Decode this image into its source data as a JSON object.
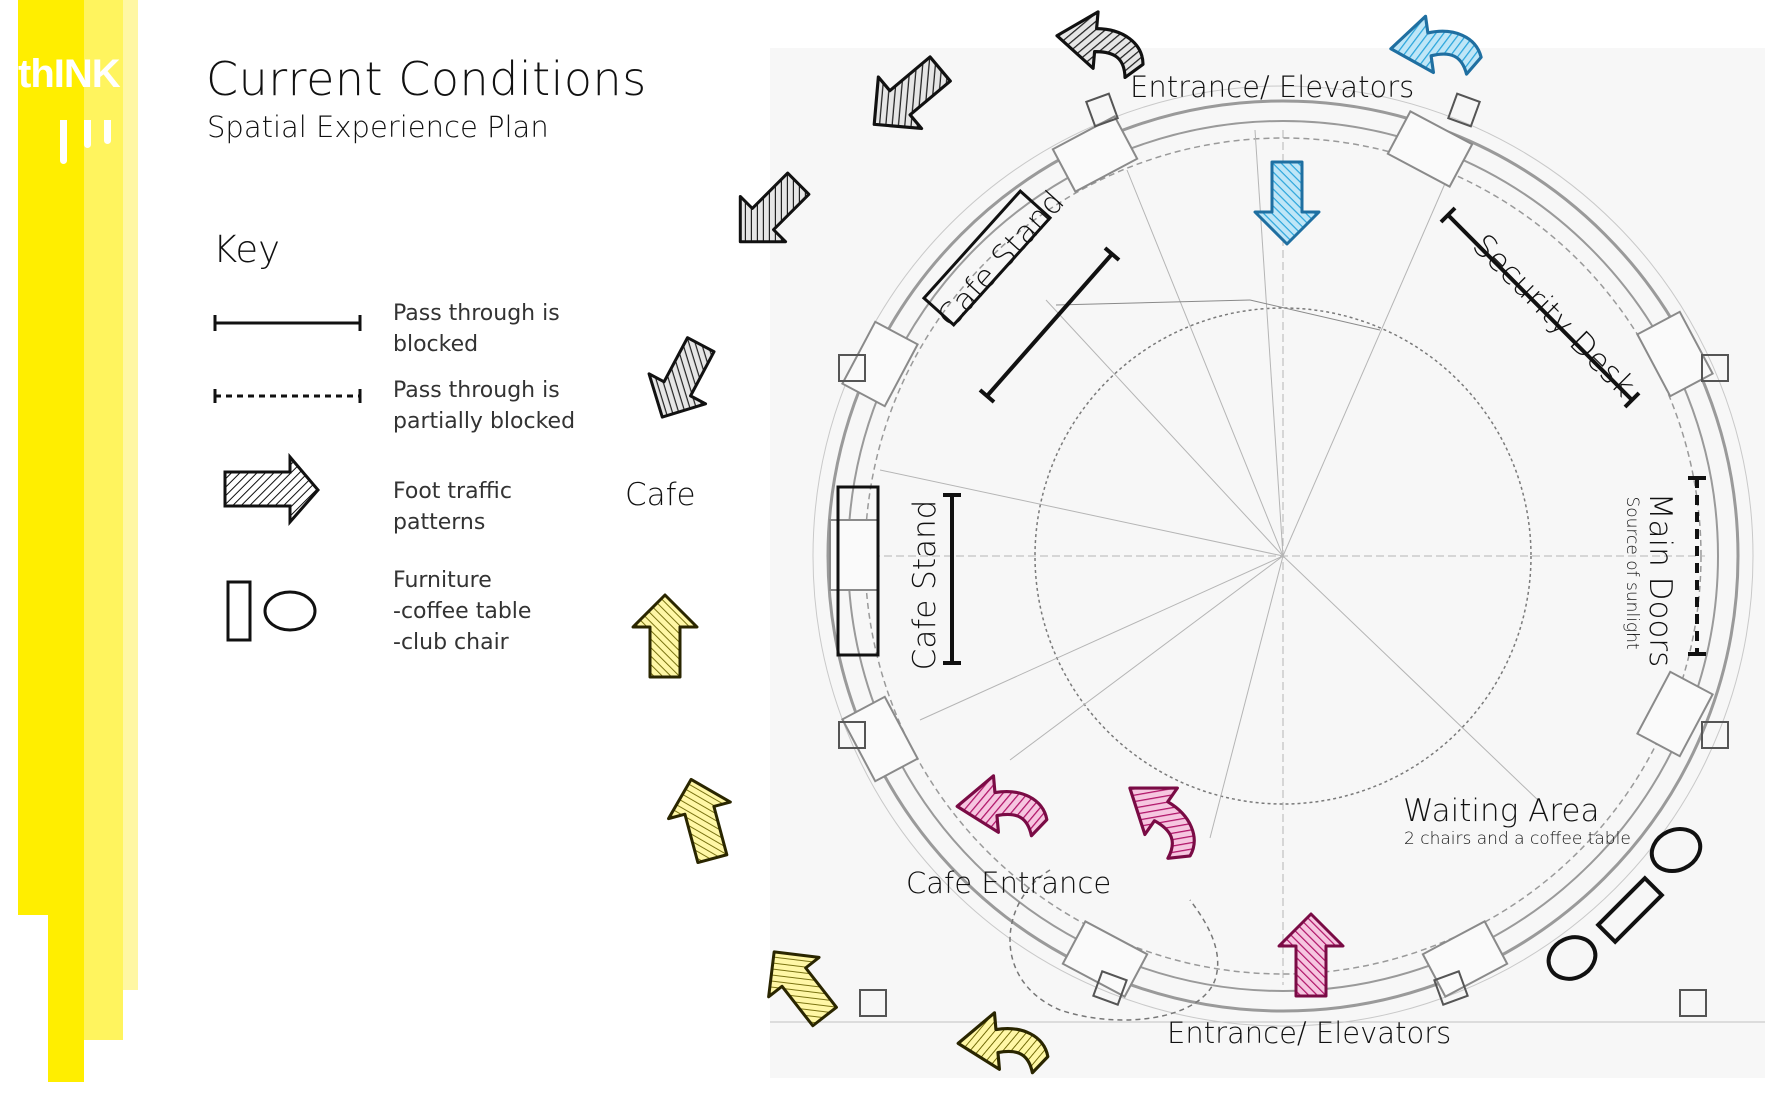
{
  "header": {
    "logo": "thINK",
    "title": "Current Conditions",
    "subtitle": "Spatial Experience Plan"
  },
  "key": {
    "heading": "Key",
    "items": [
      {
        "icon": "solid-line-icon",
        "label": "Pass through is\nblocked"
      },
      {
        "icon": "dashed-line-icon",
        "label": "Pass through is\npartially blocked"
      },
      {
        "icon": "arrow-icon",
        "label": "Foot traffic\npatterns"
      },
      {
        "icon": "furniture-icon",
        "label": "Furniture\n-coffee table\n-club chair"
      }
    ]
  },
  "plan": {
    "labels": {
      "entrance_top": "Entrance/ Elevators",
      "entrance_bottom": "Entrance/ Elevators",
      "cafe": "Cafe",
      "cafe_stand_diag": "Cafe Stand",
      "cafe_stand_vert": "Cafe Stand",
      "security_desk": "Security Desk",
      "main_doors": "Main Doors",
      "main_doors_note": "Source of sunlight",
      "waiting_area": "Waiting Area",
      "waiting_note": "2 chairs and a coffee table",
      "cafe_entrance": "Cafe Entrance"
    },
    "colors": {
      "black_arrow": "#2b2b2b",
      "blue_arrow": "#2aa5dc",
      "magenta_arrow": "#d6197f",
      "yellow_arrow": "#f4e81c",
      "brand_yellow": "#ffee00"
    }
  }
}
